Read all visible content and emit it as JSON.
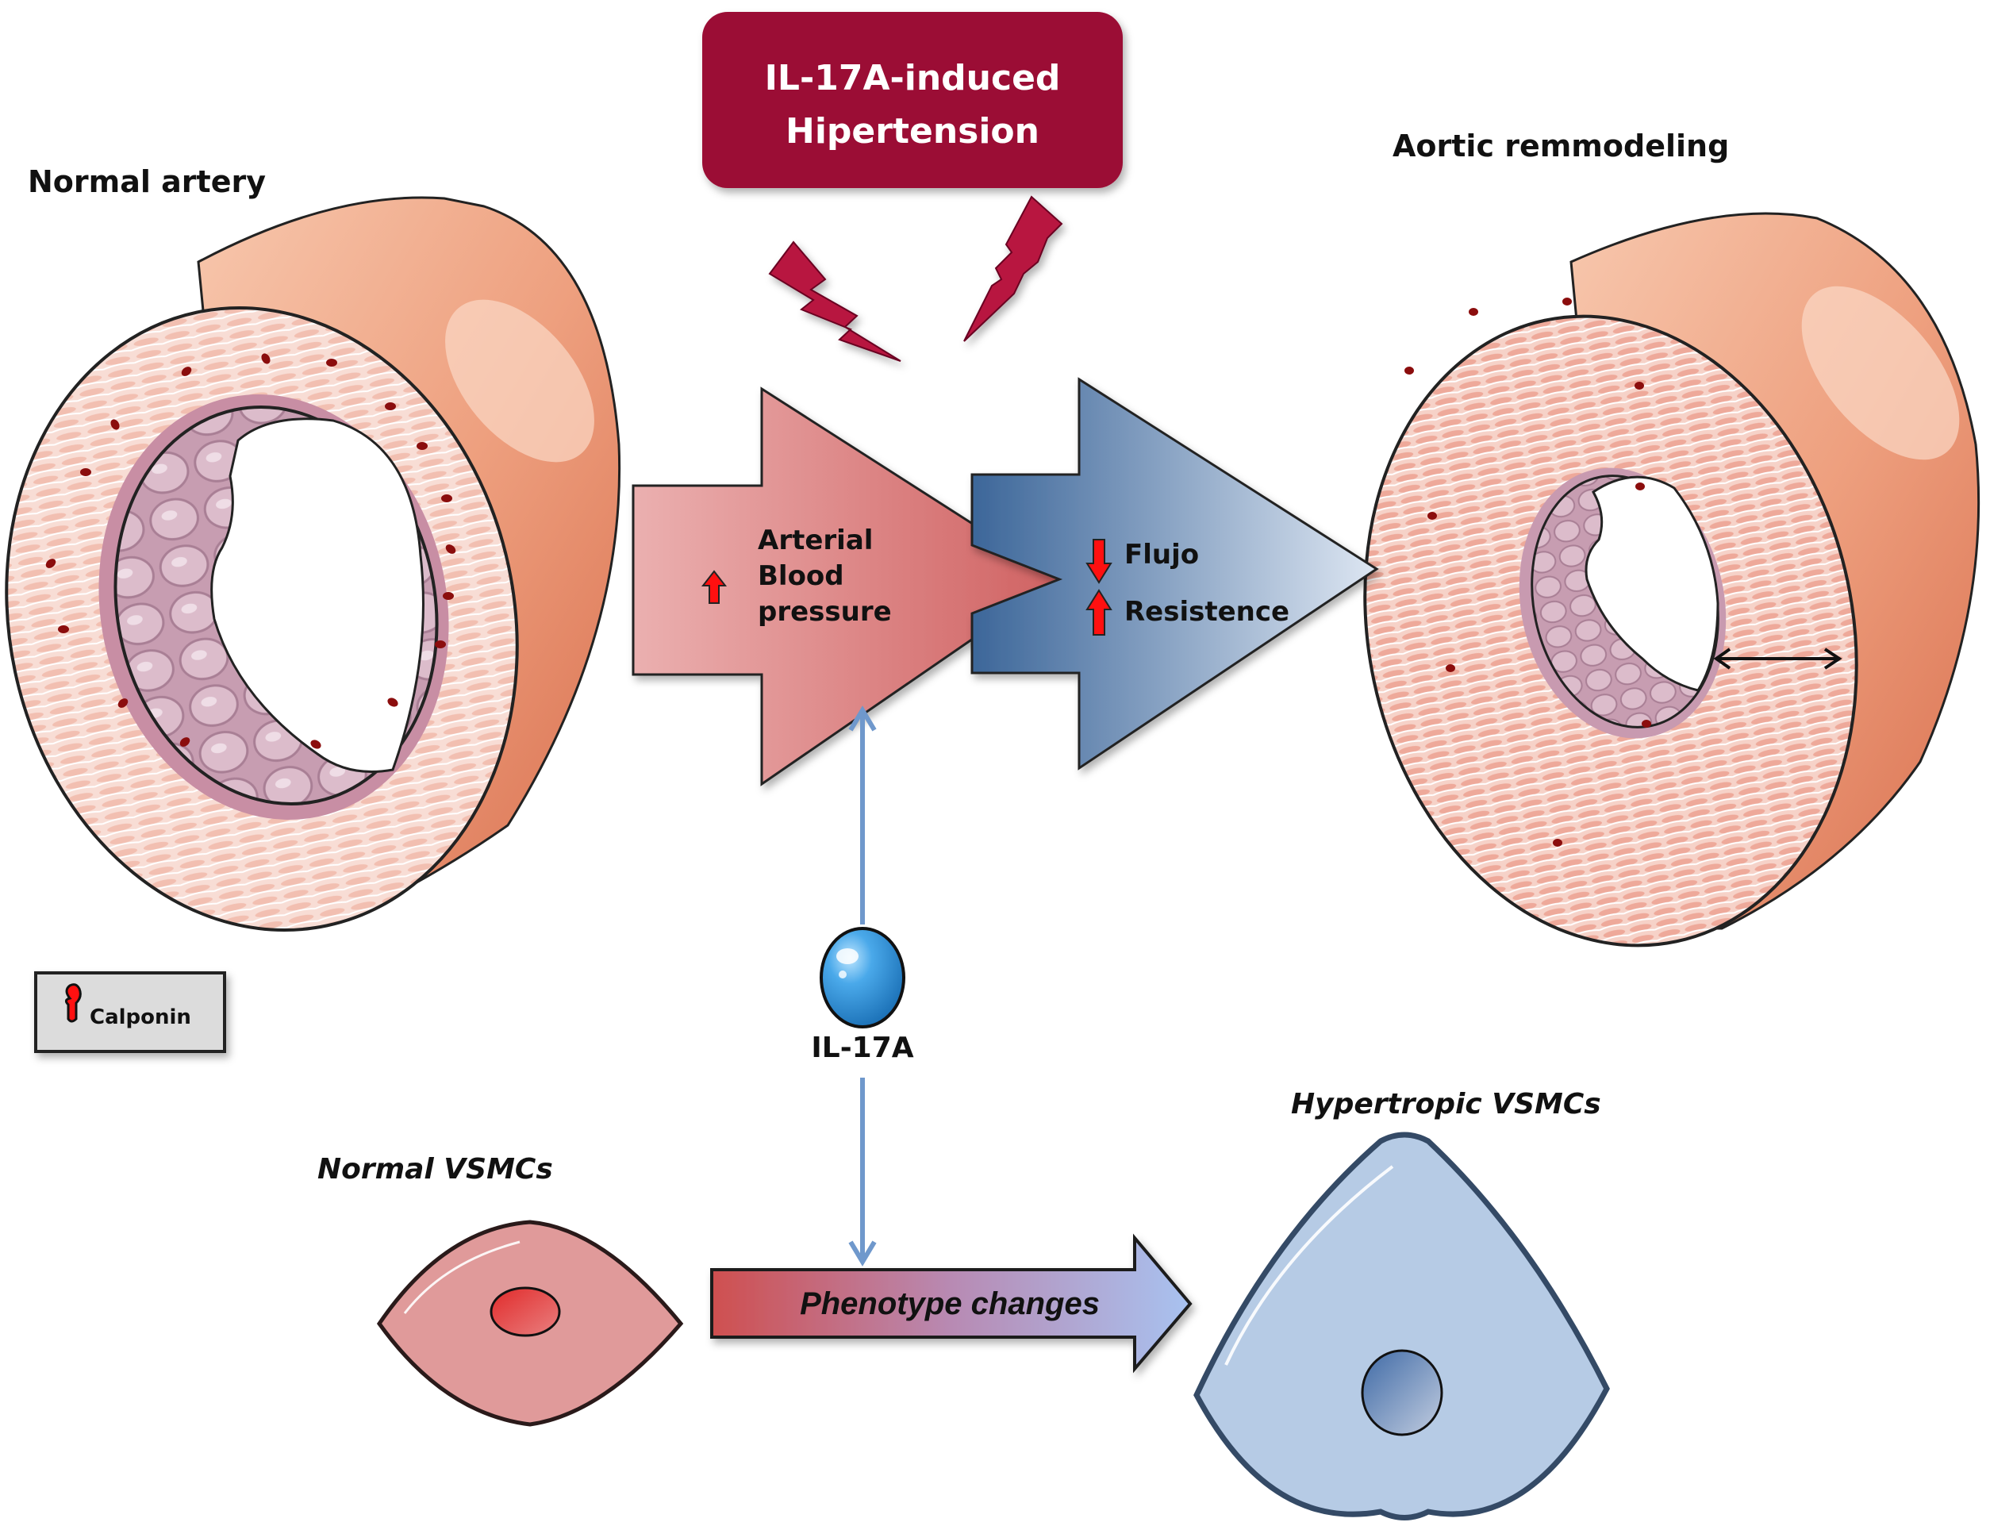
{
  "title_box": {
    "line1": "IL-17A-induced",
    "line2": "Hipertension",
    "color": "#9b0d35"
  },
  "labels": {
    "normal_artery": "Normal artery",
    "aortic_remodeling": "Aortic remmodeling",
    "normal_vsmcs": "Normal VSMCs",
    "hypertropic_vsmcs": "Hypertropic VSMCs",
    "il17a": "IL-17A"
  },
  "legend": {
    "calponin": "Calponin",
    "icon": "calponin-marker-icon",
    "box_color": "#dcdcdc"
  },
  "red_arrow": {
    "line1": "Arterial",
    "line2": "Blood",
    "line3": "pressure",
    "indicator": "up",
    "colors": [
      "#e8aaaa",
      "#d36a6a"
    ]
  },
  "blue_arrow": {
    "item1": "Flujo",
    "item1_indicator": "down",
    "item2": "Resistence",
    "item2_indicator": "up",
    "colors": [
      "#3f6a9c",
      "#d2ddec"
    ]
  },
  "phenotype_arrow": {
    "label": "Phenotype changes",
    "colors": [
      "#cf5050",
      "#a9c0ee"
    ]
  },
  "colors": {
    "artery_outer": "#e9977a",
    "artery_media": "#f6d6cd",
    "lumen_wall": "#c9a0b0",
    "endothelium": "#d8b4c4",
    "calponin": "#8b0d0d",
    "il17a_ball": "#2e8fd6",
    "signal_arrow": "#6f98cc",
    "lightning": "#b8143f",
    "normal_cell": "#e09a9a",
    "normal_nucleus": "#d83a3a",
    "hyper_cell": "#b6cbe5",
    "hyper_nucleus": "#5d7fae"
  }
}
